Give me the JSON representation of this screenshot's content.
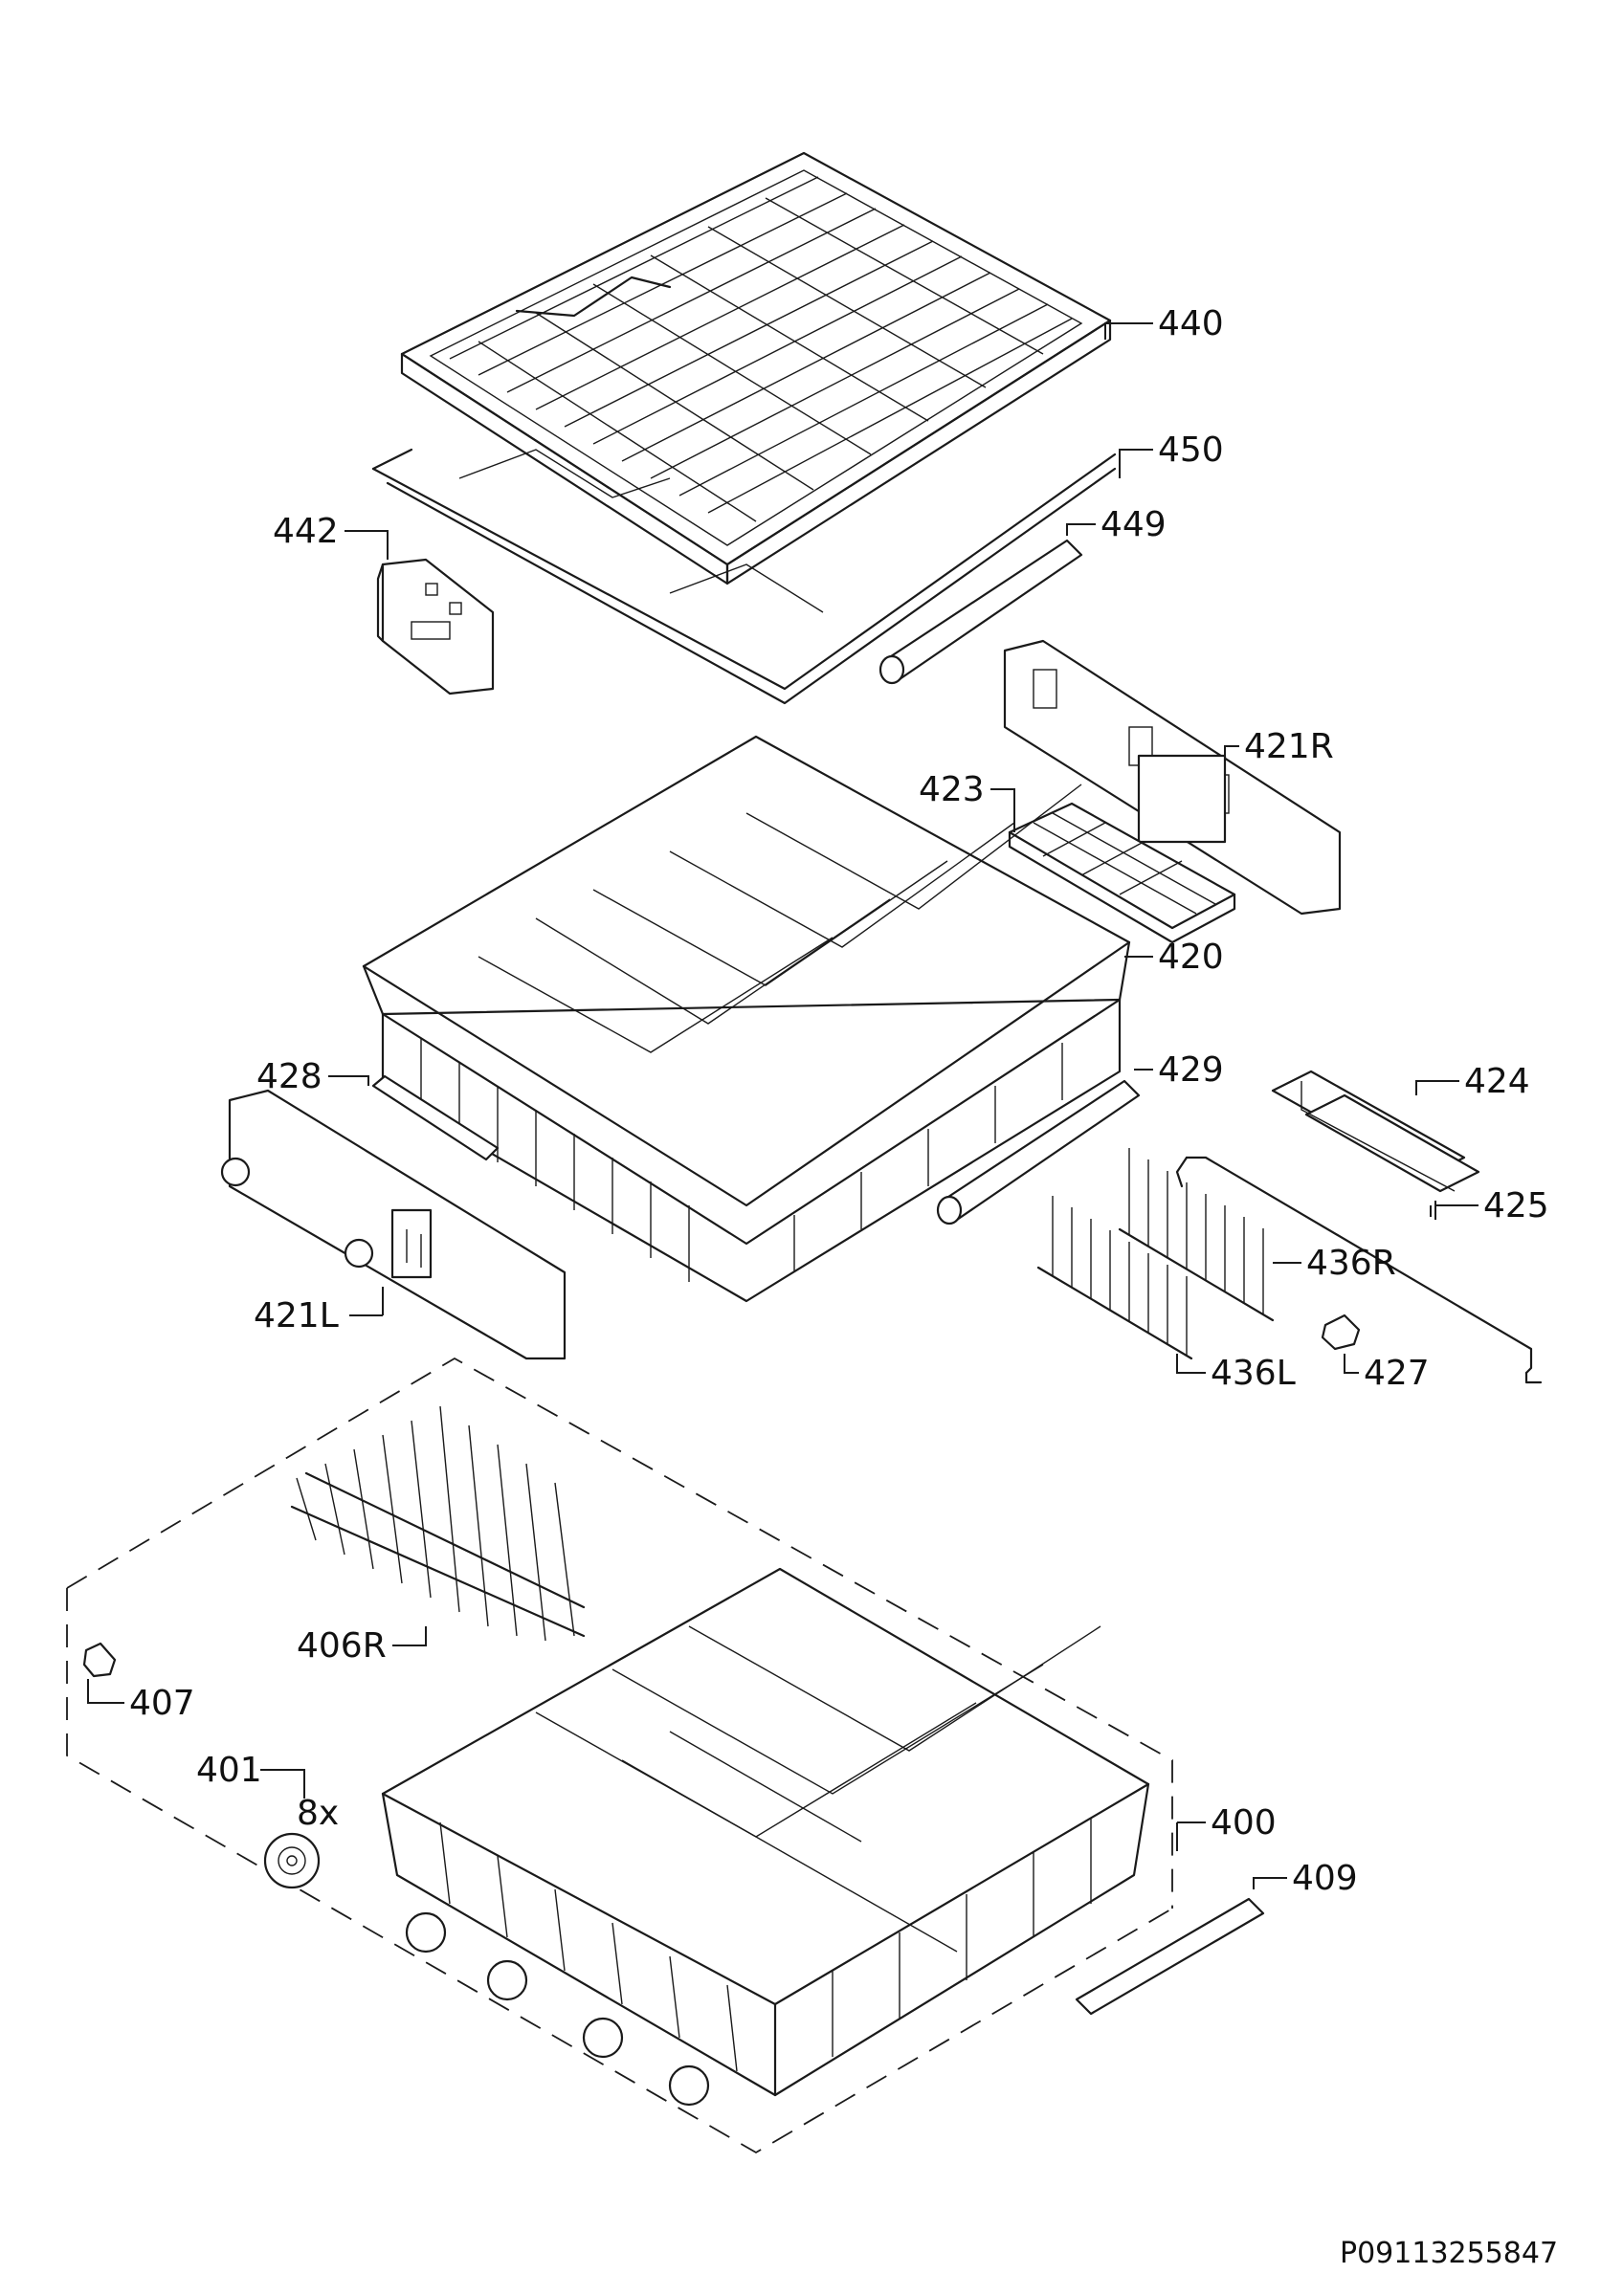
{
  "diagram": {
    "labels": {
      "l440": "440",
      "l450": "450",
      "l442": "442",
      "l449": "449",
      "l421R": "421R",
      "l423": "423",
      "l420": "420",
      "l428": "428",
      "l429": "429",
      "l424": "424",
      "l425": "425",
      "l436R": "436R",
      "l421L": "421L",
      "l436L": "436L",
      "l427": "427",
      "l406R": "406R",
      "l407": "407",
      "l401": "401",
      "l401qty": "8x",
      "l400": "400",
      "l409": "409"
    },
    "document_id": "P09113255847"
  }
}
